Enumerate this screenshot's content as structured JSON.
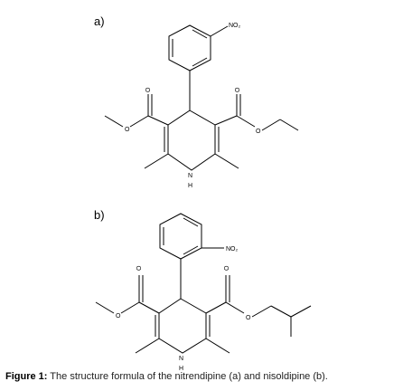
{
  "panels": {
    "a": {
      "label": "a)",
      "nitro_label": "NO₂",
      "ester_oxygen": "O",
      "carbonyl_oxygen": "O",
      "nh_label": "H",
      "n_label": "N"
    },
    "b": {
      "label": "b)",
      "nitro_label": "NO₂",
      "ester_oxygen": "O",
      "carbonyl_oxygen": "O",
      "nh_label": "H",
      "n_label": "N"
    }
  },
  "caption": {
    "prefix": "Figure 1:",
    "text": " The structure formula of the nitrendipine (a) and nisoldipine (b)."
  }
}
